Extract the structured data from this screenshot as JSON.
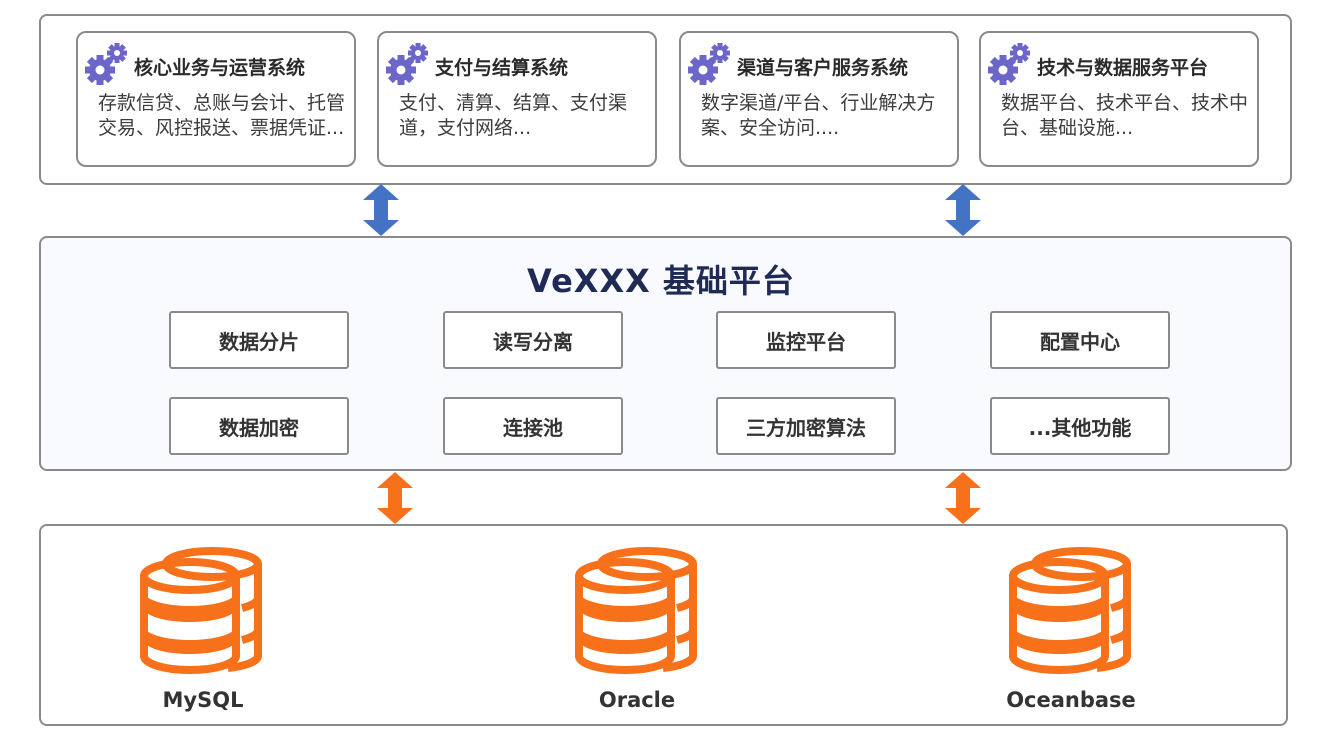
{
  "systems": [
    {
      "title": "核心业务与运营系统",
      "desc": "存款信贷、总账与会计、托管交易、风控报送、票据凭证...",
      "icon": "gears-icon"
    },
    {
      "title": "支付与结算系统",
      "desc": "支付、清算、结算、支付渠道，支付网络...",
      "icon": "gears-icon"
    },
    {
      "title": "渠道与客户服务系统",
      "desc": "数字渠道/平台、行业解决方案、安全访问....",
      "icon": "gears-icon"
    },
    {
      "title": "技术与数据服务平台",
      "desc": "数据平台、技术平台、技术中台、基础设施...",
      "icon": "gears-icon"
    }
  ],
  "platform": {
    "title": "VeXXX 基础平台",
    "features": [
      "数据分片",
      "读写分离",
      "监控平台",
      "配置中心",
      "数据加密",
      "连接池",
      "三方加密算法",
      "...其他功能"
    ]
  },
  "databases": [
    {
      "label": "MySQL",
      "icon": "database-icon"
    },
    {
      "label": "Oracle",
      "icon": "database-icon"
    },
    {
      "label": "Oceanbase",
      "icon": "database-icon"
    }
  ],
  "colors": {
    "gear": "#6b66c8",
    "upper_arrow": "#4472c4",
    "lower_arrow": "#f7701a",
    "database": "#f7701a",
    "platform_title": "#1f2a55",
    "border": "#8a8a8a"
  }
}
